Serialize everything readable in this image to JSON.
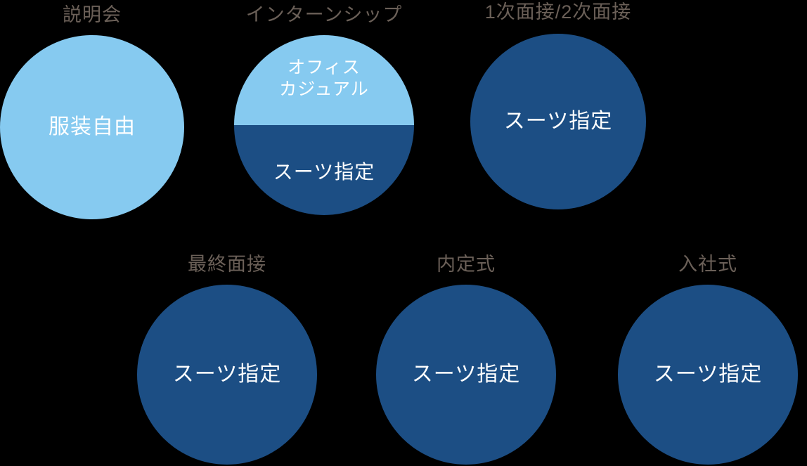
{
  "palette": {
    "background": "#000000",
    "light_blue": "#86caf0",
    "dark_blue": "#1c4e84",
    "label_text": "#6b6058",
    "circle_text": "#ffffff"
  },
  "diagram": {
    "rows": [
      {
        "stages": [
          {
            "id": "briefing",
            "label": "説明会",
            "type": "solid-light",
            "content": "服装自由"
          },
          {
            "id": "internship",
            "label": "インターンシップ",
            "type": "split",
            "top_content": "オフィス\nカジュアル",
            "top_line1": "オフィス",
            "top_line2": "カジュアル",
            "bottom_content": "スーツ指定"
          },
          {
            "id": "interview",
            "label": "1次面接/2次面接",
            "type": "solid-dark",
            "content": "スーツ指定"
          }
        ]
      },
      {
        "stages": [
          {
            "id": "final",
            "label": "最終面接",
            "type": "solid-dark",
            "content": "スーツ指定"
          },
          {
            "id": "ceremony",
            "label": "内定式",
            "type": "solid-dark",
            "content": "スーツ指定"
          },
          {
            "id": "entrance",
            "label": "入社式",
            "type": "solid-dark",
            "content": "スーツ指定"
          }
        ]
      }
    ]
  }
}
